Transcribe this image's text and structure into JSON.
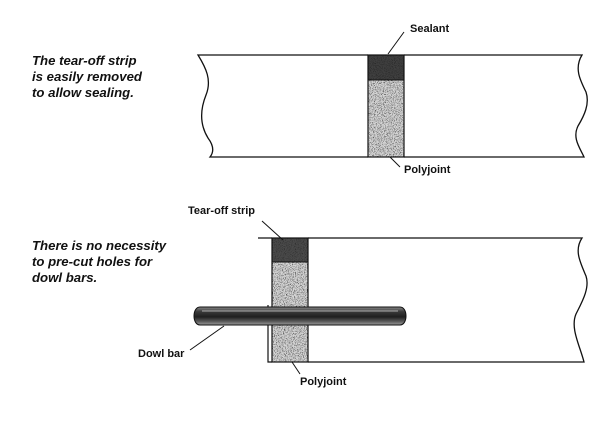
{
  "top_panel": {
    "caption": "The tear-off strip\nis easily removed\nto allow sealing.",
    "label_sealant": "Sealant",
    "label_polyjoint": "Polyjoint"
  },
  "bottom_panel": {
    "caption": "There is no necessity\nto pre-cut holes for\ndowl bars.",
    "label_tear_off_strip": "Tear-off strip",
    "label_dowl_bar": "Dowl bar",
    "label_polyjoint": "Polyjoint"
  }
}
